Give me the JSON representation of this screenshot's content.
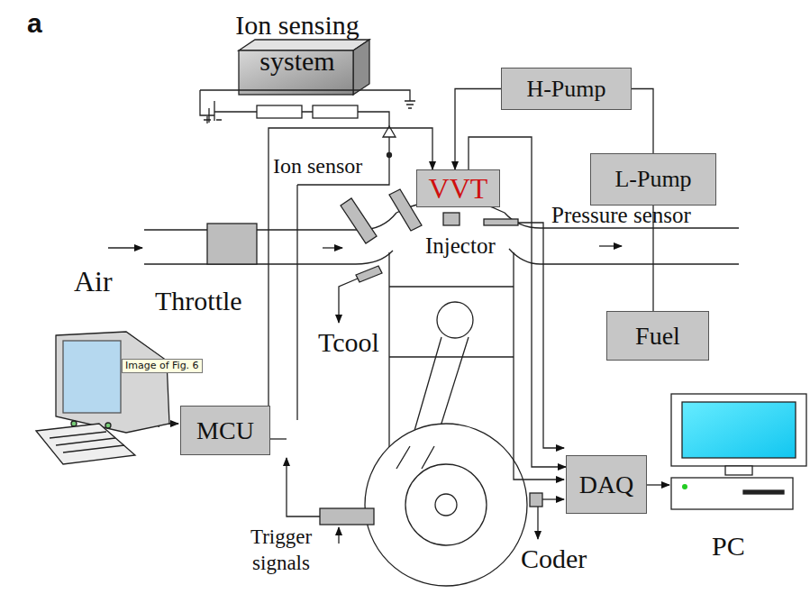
{
  "diagram": {
    "nodes": [
      {
        "text": [
          "Ion sensing system"
        ]
      },
      {
        "text": [
          "H-Pump"
        ]
      },
      {
        "text": [
          "L-Pump"
        ]
      },
      {
        "text": [
          "VVT"
        ]
      },
      {
        "text": [
          "Fuel"
        ]
      },
      {
        "text": [
          "MCU"
        ]
      },
      {
        "text": [
          "DAQ"
        ]
      }
    ],
    "edges": [
      {
        "from": 1,
        "to": 3,
        "arrow": "to"
      },
      {
        "from": 2,
        "to": 1,
        "arrow": "none"
      },
      {
        "from": 4,
        "to": 2,
        "arrow": "none"
      },
      {
        "from": 5,
        "to": 3,
        "arrow": "to"
      },
      {
        "from": 3,
        "to": 6,
        "arrow": "to"
      }
    ],
    "labels": [
      "a",
      "Ion sensor",
      "Pressure sensor",
      "Injector",
      "Air",
      "Throttle",
      "Tcool",
      "Image of Fig. 6",
      "Trigger signals",
      "Coder",
      "PC"
    ]
  }
}
